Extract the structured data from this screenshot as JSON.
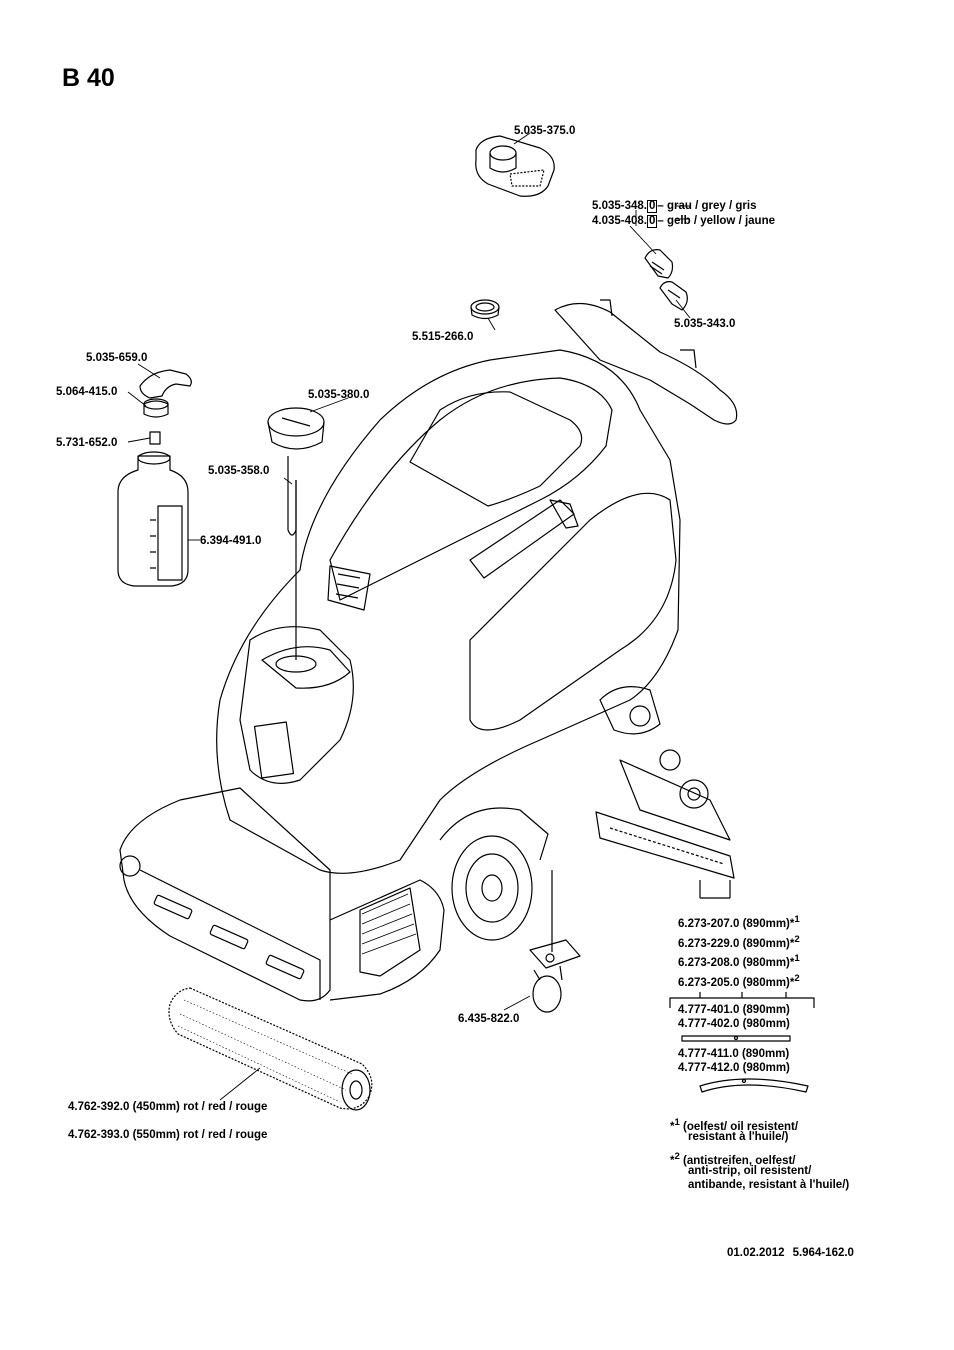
{
  "title": "B 40",
  "parts": {
    "tray": "5.035-375.0",
    "handle_grey_no": "5.035-348.",
    "handle_grey_last": "0",
    "handle_grey_desc": "grau / grey / gris",
    "handle_yellow_no": "4.035-408.",
    "handle_yellow_last": "0",
    "handle_yellow_desc": "gelb / yellow / jaune",
    "lever": "5.035-343.0",
    "filter": "5.515-266.0",
    "cap_handle": "5.035-659.0",
    "cap": "5.064-415.0",
    "nozzle": "5.731-652.0",
    "lid": "5.035-380.0",
    "tube": "5.035-358.0",
    "bottle": "6.394-491.0",
    "castor": "6.435-822.0",
    "brush_450": "4.762-392.0 (450mm) rot / red / rouge",
    "brush_550": "4.762-393.0 (550mm) rot / red / rouge"
  },
  "squeegee_blades": [
    {
      "text": "6.273-207.0 (890mm)",
      "mark": "*",
      "sup": "1"
    },
    {
      "text": "6.273-229.0 (890mm)",
      "mark": "*",
      "sup": "2"
    },
    {
      "text": "6.273-208.0 (980mm)",
      "mark": "*",
      "sup": "1"
    },
    {
      "text": "6.273-205.0 (980mm)",
      "mark": "*",
      "sup": "2"
    }
  ],
  "squeegee_frames": [
    "4.777-401.0 (890mm)",
    "4.777-402.0 (980mm)"
  ],
  "squeegee_frames_curved": [
    "4.777-411.0 (890mm)",
    "4.777-412.0 (980mm)"
  ],
  "notes": {
    "n1_mark": "*",
    "n1_sup": "1",
    "n1_line1": "(oelfest/ oil resistent/",
    "n1_line2": "resistant à l'huile/)",
    "n2_mark": "*",
    "n2_sup": "2",
    "n2_line1": "(antistreifen, oelfest/",
    "n2_line2": "anti-strip, oil resistent/",
    "n2_line3": "antibande, resistant à l'huile/)"
  },
  "footer": {
    "date": "01.02.2012",
    "doc_no": "5.964-162.0"
  }
}
